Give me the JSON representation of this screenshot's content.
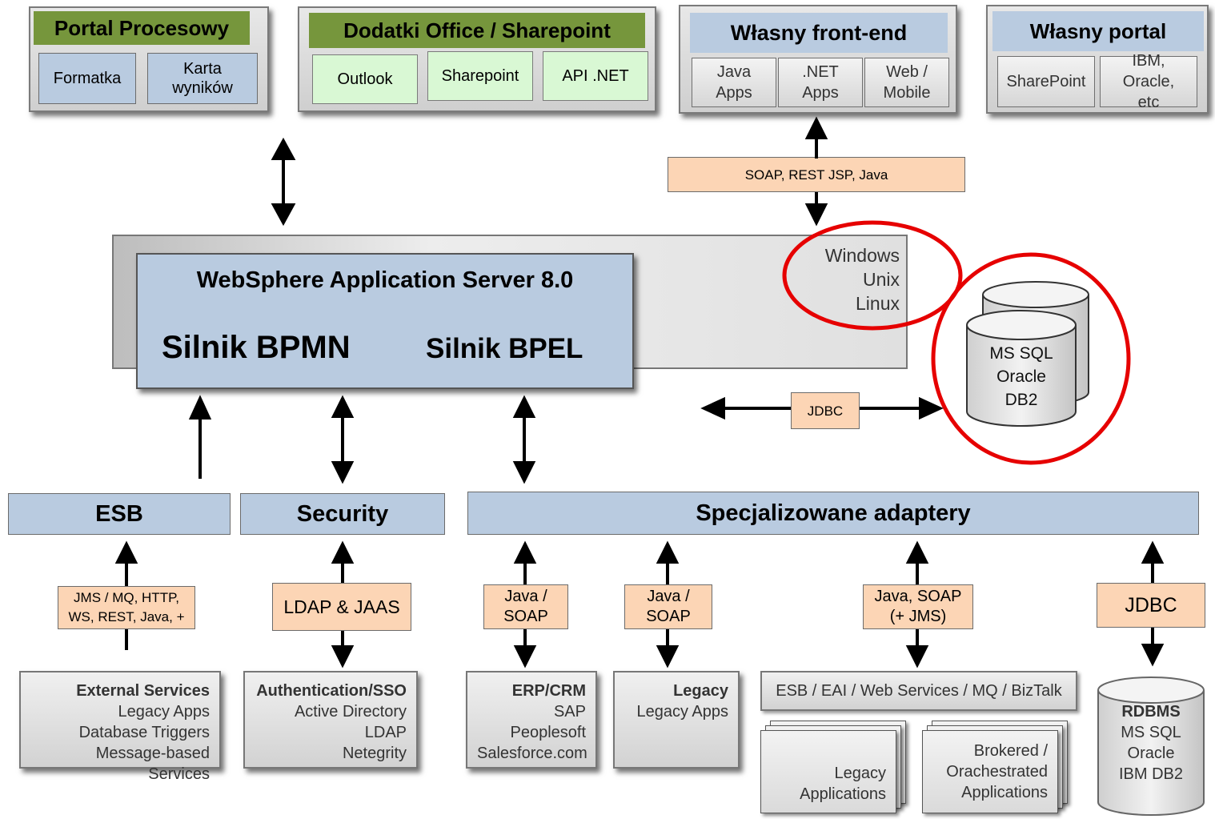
{
  "top": {
    "portal_procesowy": {
      "title": "Portal Procesowy",
      "items": [
        "Formatka",
        "Karta wyników"
      ]
    },
    "dodatki_office": {
      "title": "Dodatki Office / Sharepoint",
      "items": [
        "Outlook",
        "Sharepoint",
        "API .NET"
      ]
    },
    "wlasny_frontend": {
      "title": "Własny front-end",
      "items": [
        "Java Apps",
        ".NET Apps",
        "Web / Mobile"
      ]
    },
    "wlasny_portal": {
      "title": "Własny portal",
      "items": [
        "SharePoint",
        "IBM, Oracle, etc"
      ]
    }
  },
  "protocols": {
    "frontend": "SOAP, REST JSP, Java",
    "db_link": "JDBC"
  },
  "server": {
    "title": "WebSphere Application Server 8.0",
    "engine_bpmn": "Silnik BPMN",
    "engine_bpel": "Silnik BPEL",
    "os": [
      "Windows",
      "Unix",
      "Linux"
    ]
  },
  "database": {
    "lines": [
      "MS SQL",
      "Oracle",
      "DB2"
    ]
  },
  "layers": {
    "esb": "ESB",
    "security": "Security",
    "adapters": "Specjalizowane adaptery"
  },
  "connectors": {
    "esb": "JMS / MQ, HTTP, WS, REST, Java, +",
    "security": "LDAP & JAAS",
    "java_soap_1": "Java / SOAP",
    "java_soap_2": "Java / SOAP",
    "java_soap_jms": "Java, SOAP (+ JMS)",
    "jdbc": "JDBC"
  },
  "bottom": {
    "external": {
      "title": "External Services",
      "lines": [
        "Legacy Apps",
        "Database Triggers",
        "Message-based Services"
      ]
    },
    "auth": {
      "title": "Authentication/SSO",
      "lines": [
        "Active Directory",
        "LDAP",
        "Netegrity"
      ]
    },
    "erp": {
      "title": "ERP/CRM",
      "lines": [
        "SAP",
        "Peoplesoft",
        "Salesforce.com"
      ]
    },
    "legacy": {
      "title": "Legacy",
      "lines": [
        "Legacy Apps"
      ]
    },
    "esb_eai": "ESB / EAI / Web Services / MQ / BizTalk",
    "legacy_apps": "Legacy Applications",
    "brokered_apps": "Brokered / Orachestrated Applications",
    "rdbms": {
      "title": "RDBMS",
      "lines": [
        "MS SQL",
        "Oracle",
        "IBM DB2"
      ]
    }
  },
  "colors": {
    "blue": "#b9cbe0",
    "green_title": "#76963c",
    "light_green": "#d9f8d4",
    "peach": "#fcd5b5",
    "highlight_red": "#e60000"
  }
}
